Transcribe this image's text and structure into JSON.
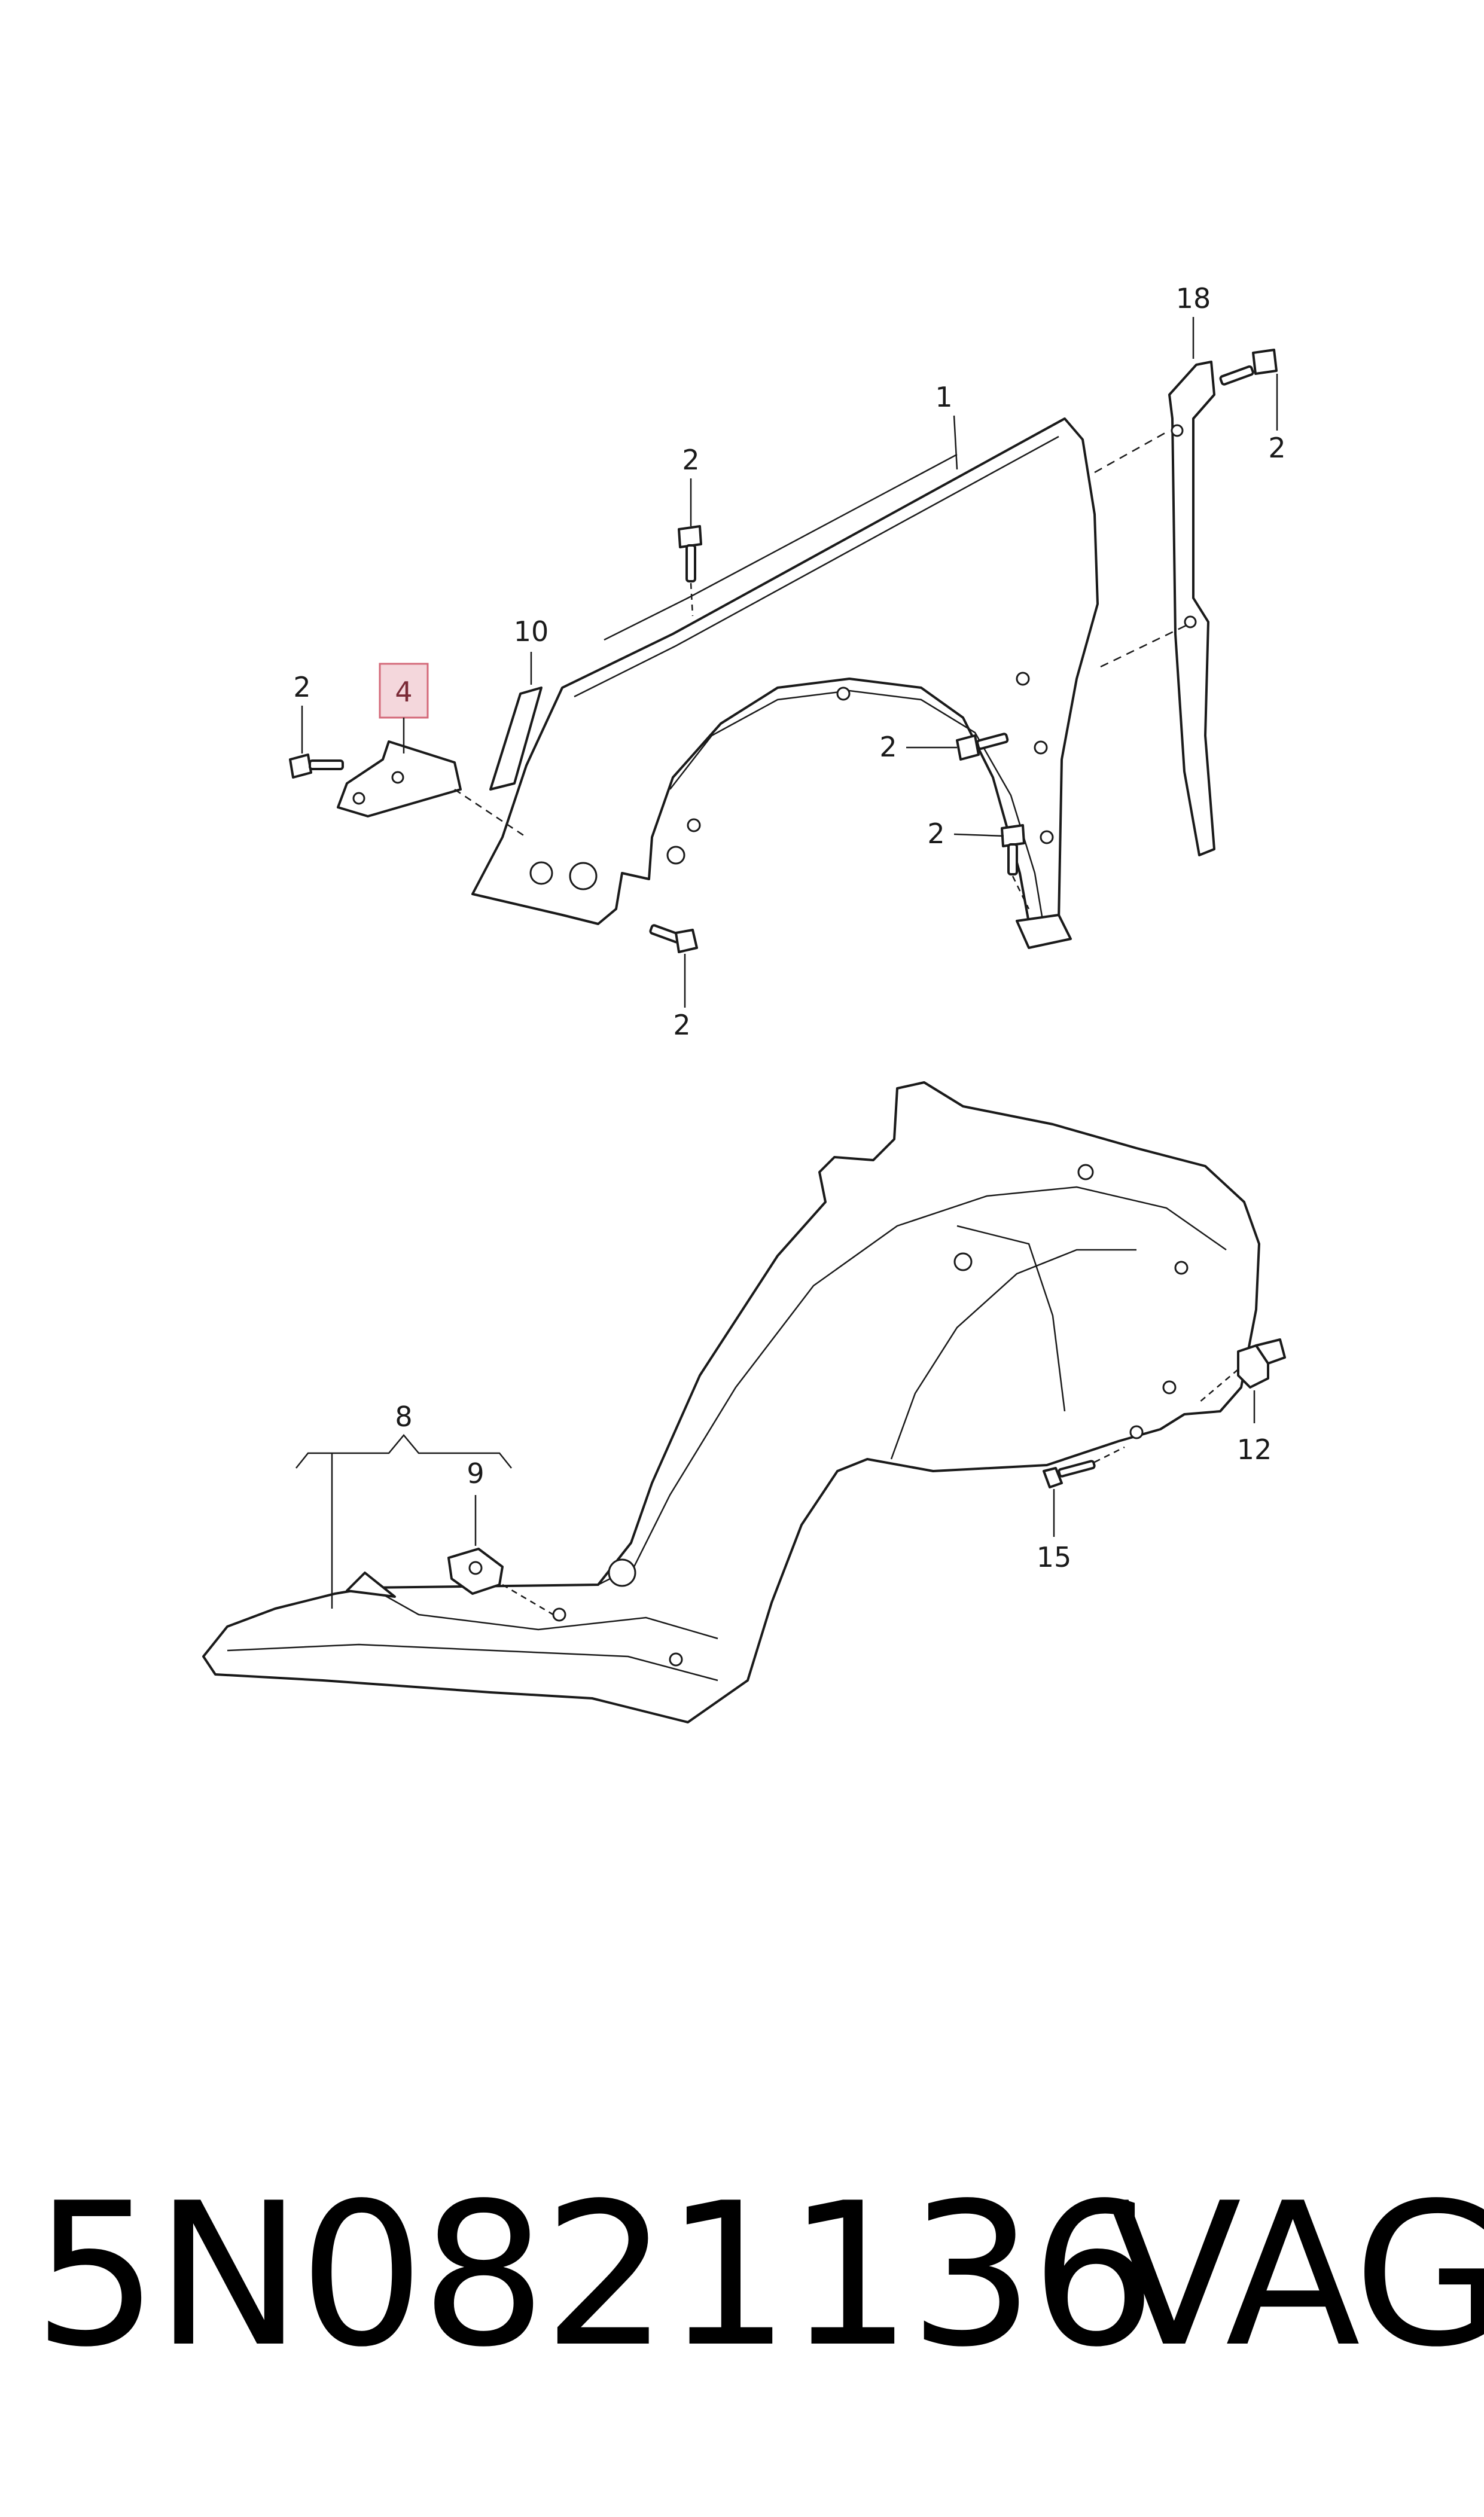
{
  "diagram": {
    "highlight_color": "#f4d7dc",
    "highlight_border": "#d46a7a",
    "callouts": {
      "c1": "1",
      "c2a": "2",
      "c2b": "2",
      "c2c": "2",
      "c2d": "2",
      "c2e": "2",
      "c2f": "2",
      "c4": "4",
      "c8": "8",
      "c9": "9",
      "c10": "10",
      "c12": "12",
      "c15": "15",
      "c18": "18"
    }
  },
  "footer": {
    "part_number": "5N0821136",
    "brand": "VAG"
  }
}
